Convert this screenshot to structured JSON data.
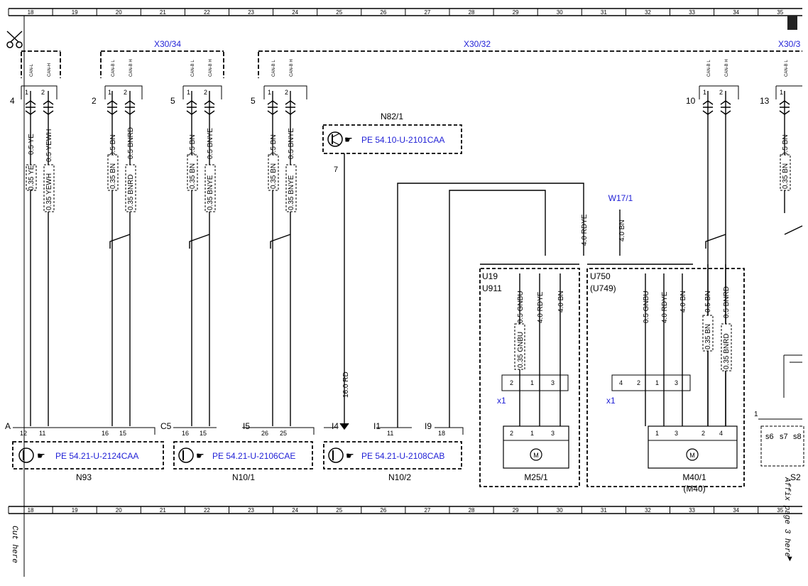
{
  "ruler": [
    "18",
    "19",
    "20",
    "21",
    "22",
    "23",
    "24",
    "25",
    "26",
    "27",
    "28",
    "29",
    "30",
    "31",
    "32",
    "33",
    "34",
    "35"
  ],
  "ruler_top_last": "35",
  "labels": {
    "conn_x30_34": "X30/34",
    "conn_x30_32": "X30/32",
    "conn_x30_3": "X30/3",
    "can_l": "CAN-L",
    "can_h": "CAN-H",
    "can_bl": "CAN-B L",
    "can_bh": "CAN-B H",
    "pin_4": "4",
    "pin_2": "2",
    "pin_5a": "5",
    "pin_5b": "5",
    "pin_10": "10",
    "pin_13": "13",
    "n82": "N82/1",
    "n82_ref": "PE 54.10-U-2101CAA",
    "n82_pin": "7",
    "w17": "W17/1",
    "w17_wire": "4.0 BN",
    "rdye_top": "4.0 RDYE",
    "w_05ye": "0.5 YE",
    "w_05yewh": "0.5 YEWH",
    "w_035ye": "0.35 YE",
    "w_035yewh": "0.35 YEWH",
    "w_05bn": "0.5 BN",
    "w_05bnrd": "0.5 BNRD",
    "w_035bn": "0.35 BN",
    "w_035bnrd": "0.35 BNRD",
    "w_05bnye": "0.5 BNYE",
    "w_035bnye": "0.35 BNYE",
    "w_160rd": "16.0 RD",
    "w_05gnbu": "0.5 GNBU",
    "w_035gnbu": "0.35 GNBU",
    "w_40rdye": "4.0 RDYE",
    "w_40bn": "4.0 BN",
    "u19": "U19",
    "u911": "U911",
    "u750": "U750",
    "u749": "(U749)",
    "x1a": "x1",
    "x1b": "x1",
    "c5": "C5",
    "i5": "I5",
    "i4": "I4",
    "i1": "I1",
    "i9": "I9",
    "a_lbl": "A",
    "p12": "12",
    "p11a": "11",
    "p16a": "16",
    "p15a": "15",
    "p16b": "16",
    "p15b": "15",
    "p26": "26",
    "p25": "25",
    "p11b": "11",
    "p18": "18",
    "ref_n93": "PE 54.21-U-2124CAA",
    "ref_n101": "PE 54.21-U-2106CAE",
    "ref_n102": "PE 54.21-U-2108CAB",
    "n93": "N93",
    "n101": "N10/1",
    "n102": "N10/2",
    "m25": "M25/1",
    "m40": "M40/1",
    "m40b": "(M40)",
    "m_sym": "M",
    "s2": "S2",
    "s6": "s6",
    "s7": "s7",
    "s8": "s8",
    "one": "1",
    "cut_here": "Cut here",
    "affix": "Affix page 3 here",
    "arrow": "▼"
  },
  "colors": {
    "link": "#1f1fd6",
    "ink": "#000000"
  }
}
